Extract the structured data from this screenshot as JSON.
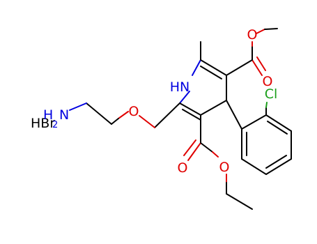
{
  "molecule": {
    "salt": "HBr",
    "atoms": {
      "ring_nh": "HN",
      "amine_n": "N",
      "amine_h": "H",
      "amine_h_count": "2",
      "ether_o": "O",
      "ester_top_carbonyl_o": "O",
      "ester_top_o": "O",
      "ester_bottom_carbonyl_o": "O",
      "ester_bottom_o": "O",
      "chlorine": "Cl"
    },
    "colors": {
      "carbon": "#000000",
      "nitrogen": "#0000e0",
      "oxygen": "#e00000",
      "chlorine": "#1a9e1a"
    }
  }
}
